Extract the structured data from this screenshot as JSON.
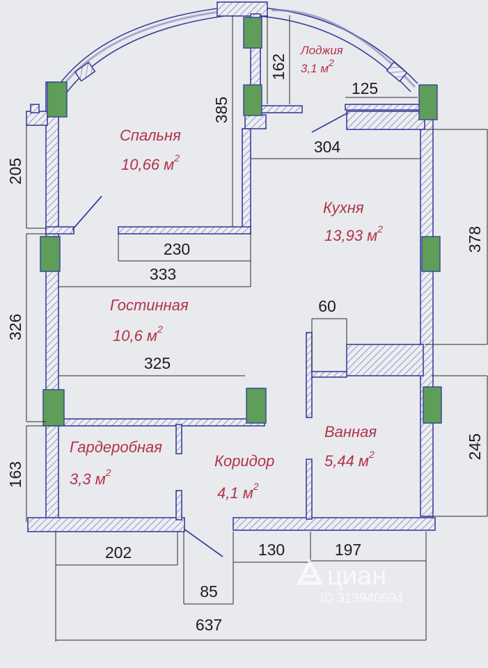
{
  "rooms": {
    "loggia": {
      "name": "Лоджия",
      "area": "3,1 м",
      "sup": "2"
    },
    "bedroom": {
      "name": "Спальня",
      "area": "10,66 м",
      "sup": "2"
    },
    "kitchen": {
      "name": "Кухня",
      "area": "13,93 м",
      "sup": "2"
    },
    "living": {
      "name": "Гостинная",
      "area": "10,6 м",
      "sup": "2"
    },
    "wardrobe": {
      "name": "Гардеробная",
      "area": "3,3 м",
      "sup": "2"
    },
    "corridor": {
      "name": "Коридор",
      "area": "4,1 м",
      "sup": "2"
    },
    "bathroom": {
      "name": "Ванная",
      "area": "5,44 м",
      "sup": "2"
    }
  },
  "dimensions": {
    "d162": "162",
    "d125": "125",
    "d385": "385",
    "d304": "304",
    "d205": "205",
    "d378": "378",
    "d230": "230",
    "d333": "333",
    "d326": "326",
    "d60": "60",
    "d325": "325",
    "d163": "163",
    "d245": "245",
    "d202": "202",
    "d130": "130",
    "d197": "197",
    "d85": "85",
    "d637": "637"
  },
  "watermark": {
    "brand": "циан",
    "id": "ID 313940594"
  },
  "colors": {
    "wall": "#3a3f9a",
    "window": "#5f9e58",
    "room_text": "#b0334a",
    "background": "#e9eaee"
  }
}
